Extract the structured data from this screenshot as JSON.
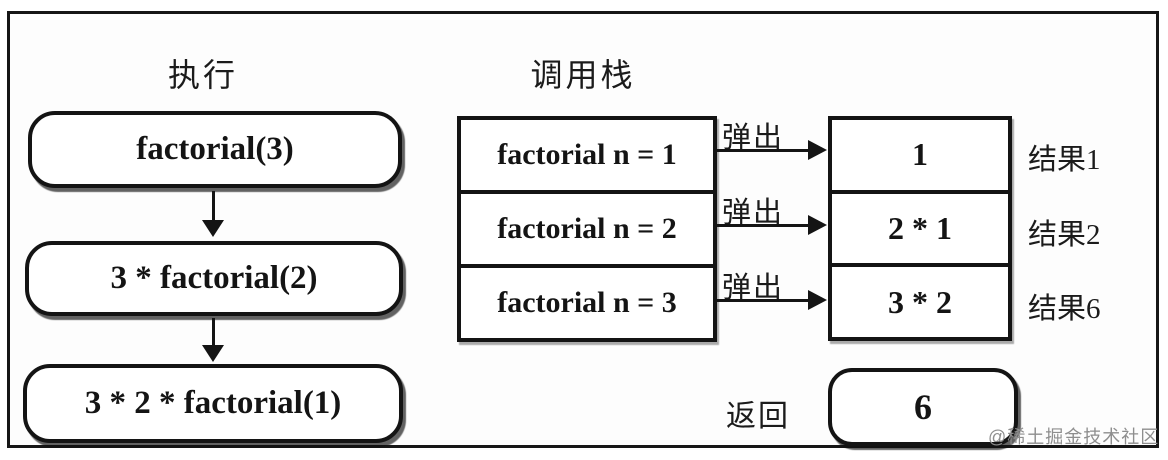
{
  "diagram": {
    "execution": {
      "heading": "执行",
      "steps": [
        "factorial(3)",
        "3 * factorial(2)",
        "3 * 2 * factorial(1)"
      ]
    },
    "call_stack": {
      "heading": "调用栈",
      "frames": [
        "factorial n = 1",
        "factorial n = 2",
        "factorial n = 3"
      ],
      "pop_label": "弹出"
    },
    "results": {
      "values": [
        "1",
        "2 * 1",
        "3 * 2"
      ],
      "labels": [
        "结果1",
        "结果2",
        "结果6"
      ]
    },
    "return_flow": {
      "label": "返回",
      "value": "6"
    },
    "watermark": "@稀土掘金技术社区",
    "colors": {
      "ink": "#141414",
      "background": "#fdfdfd",
      "watermark_gray": "#8e8e8e"
    }
  }
}
